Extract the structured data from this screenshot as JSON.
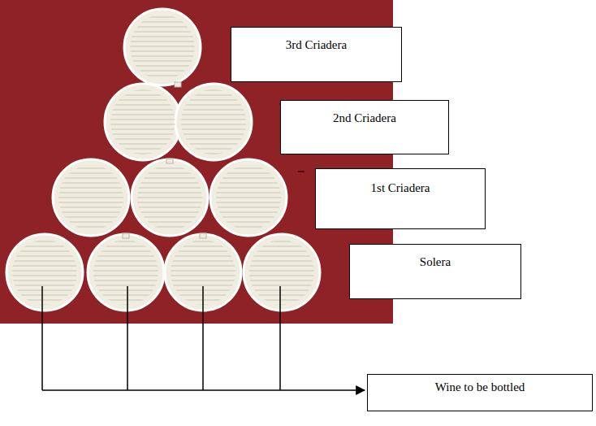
{
  "diagram": {
    "nodes": [
      {
        "text": [
          "3rd Criadera"
        ]
      },
      {
        "text": [
          "2nd Criadera"
        ]
      },
      {
        "text": [
          "1st Criadera"
        ]
      },
      {
        "text": [
          "Solera"
        ]
      },
      {
        "text": [
          "Wine to be bottled"
        ]
      }
    ]
  }
}
